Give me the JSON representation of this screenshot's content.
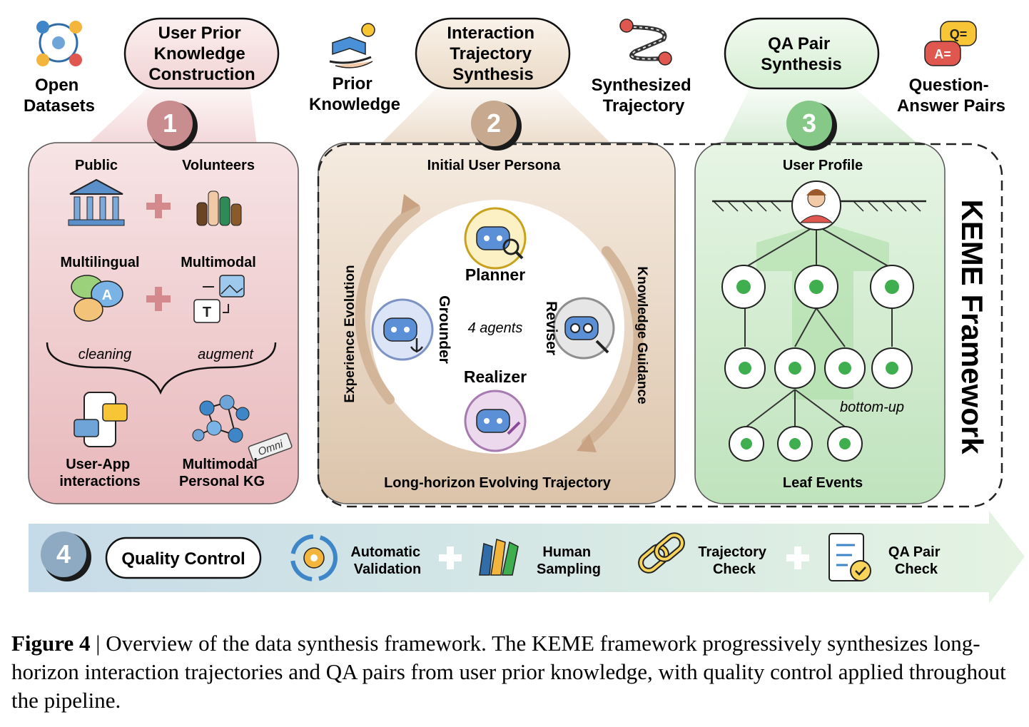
{
  "top": {
    "open_datasets": [
      "Open",
      "Datasets"
    ],
    "stage1_title": [
      "User Prior",
      "Knowledge",
      "Construction"
    ],
    "prior_knowledge": [
      "Prior",
      "Knowledge"
    ],
    "stage2_title": [
      "Interaction",
      "Trajectory",
      "Synthesis"
    ],
    "synth_traj": [
      "Synthesized",
      "Trajectory"
    ],
    "stage3_title": [
      "QA Pair",
      "Synthesis"
    ],
    "qa_pairs": [
      "Question-",
      "Answer Pairs"
    ]
  },
  "steps": [
    "1",
    "2",
    "3",
    "4"
  ],
  "panel1": {
    "public": "Public",
    "volunteers": "Volunteers",
    "multilingual": "Multilingual",
    "multimodal": "Multimodal",
    "cleaning": "cleaning",
    "augment": "augment",
    "user_app": [
      "User-App",
      "interactions"
    ],
    "kg": [
      "Multimodal",
      "Personal KG"
    ],
    "omni": "Omni"
  },
  "panel2": {
    "initial": "Initial User Persona",
    "final": "Long-horizon Evolving Trajectory",
    "left_arrow": "Experience Evolution",
    "right_arrow": "Knowledge Guidance",
    "center": "4 agents",
    "planner": "Planner",
    "grounder": "Grounder",
    "reviser": "Reviser",
    "realizer": "Realizer"
  },
  "panel3": {
    "profile": "User Profile",
    "leaf": "Leaf Events",
    "bottom_up": "bottom-up"
  },
  "framework_label": "KEME Framework",
  "quality": {
    "label": "Quality Control",
    "items": [
      [
        "Automatic",
        "Validation"
      ],
      [
        "Human",
        "Sampling"
      ],
      [
        "Trajectory",
        "Check"
      ],
      [
        "QA Pair",
        "Check"
      ]
    ]
  },
  "caption": {
    "figure_label": "Figure 4",
    "text": " | Overview of the data synthesis framework. The KEME framework progressively synthesizes long-horizon interaction trajectories and QA pairs from user prior knowledge, with quality control applied throughout the pipeline."
  },
  "colors": {
    "stage1": "#f2d4d6",
    "stage2": "#ecdccb",
    "stage3": "#d6edd4",
    "quality_bar": "#cfe1ea",
    "step1": "#c98d8f",
    "step2": "#c6a98f",
    "step3": "#86c888",
    "step4": "#8ea9c2"
  }
}
